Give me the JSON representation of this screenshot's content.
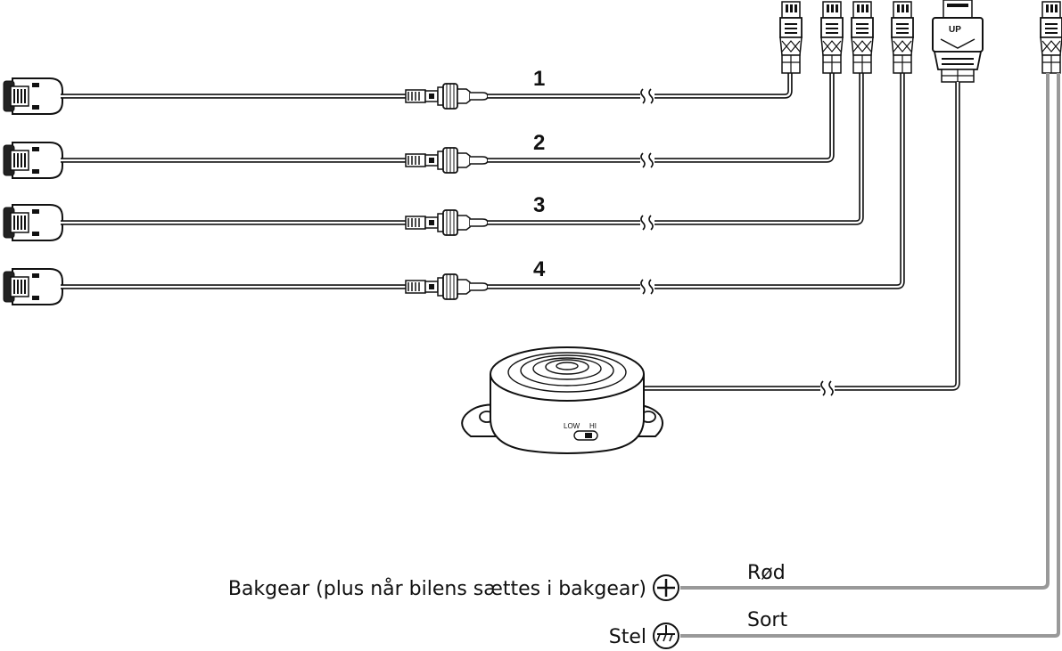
{
  "sensors": [
    {
      "number": "1"
    },
    {
      "number": "2"
    },
    {
      "number": "3"
    },
    {
      "number": "4"
    }
  ],
  "buzzer": {
    "switch_low": "LOW",
    "switch_hi": "HI"
  },
  "main_plug": {
    "label": "UP"
  },
  "power": {
    "positive": {
      "description": "Bakgear (plus når bilens sættes i bakgear)",
      "wire_color": "Rød"
    },
    "ground": {
      "description": "Stel",
      "wire_color": "Sort"
    }
  },
  "colors": {
    "line": "#111111",
    "power_wire": "#999999",
    "background": "#ffffff"
  }
}
